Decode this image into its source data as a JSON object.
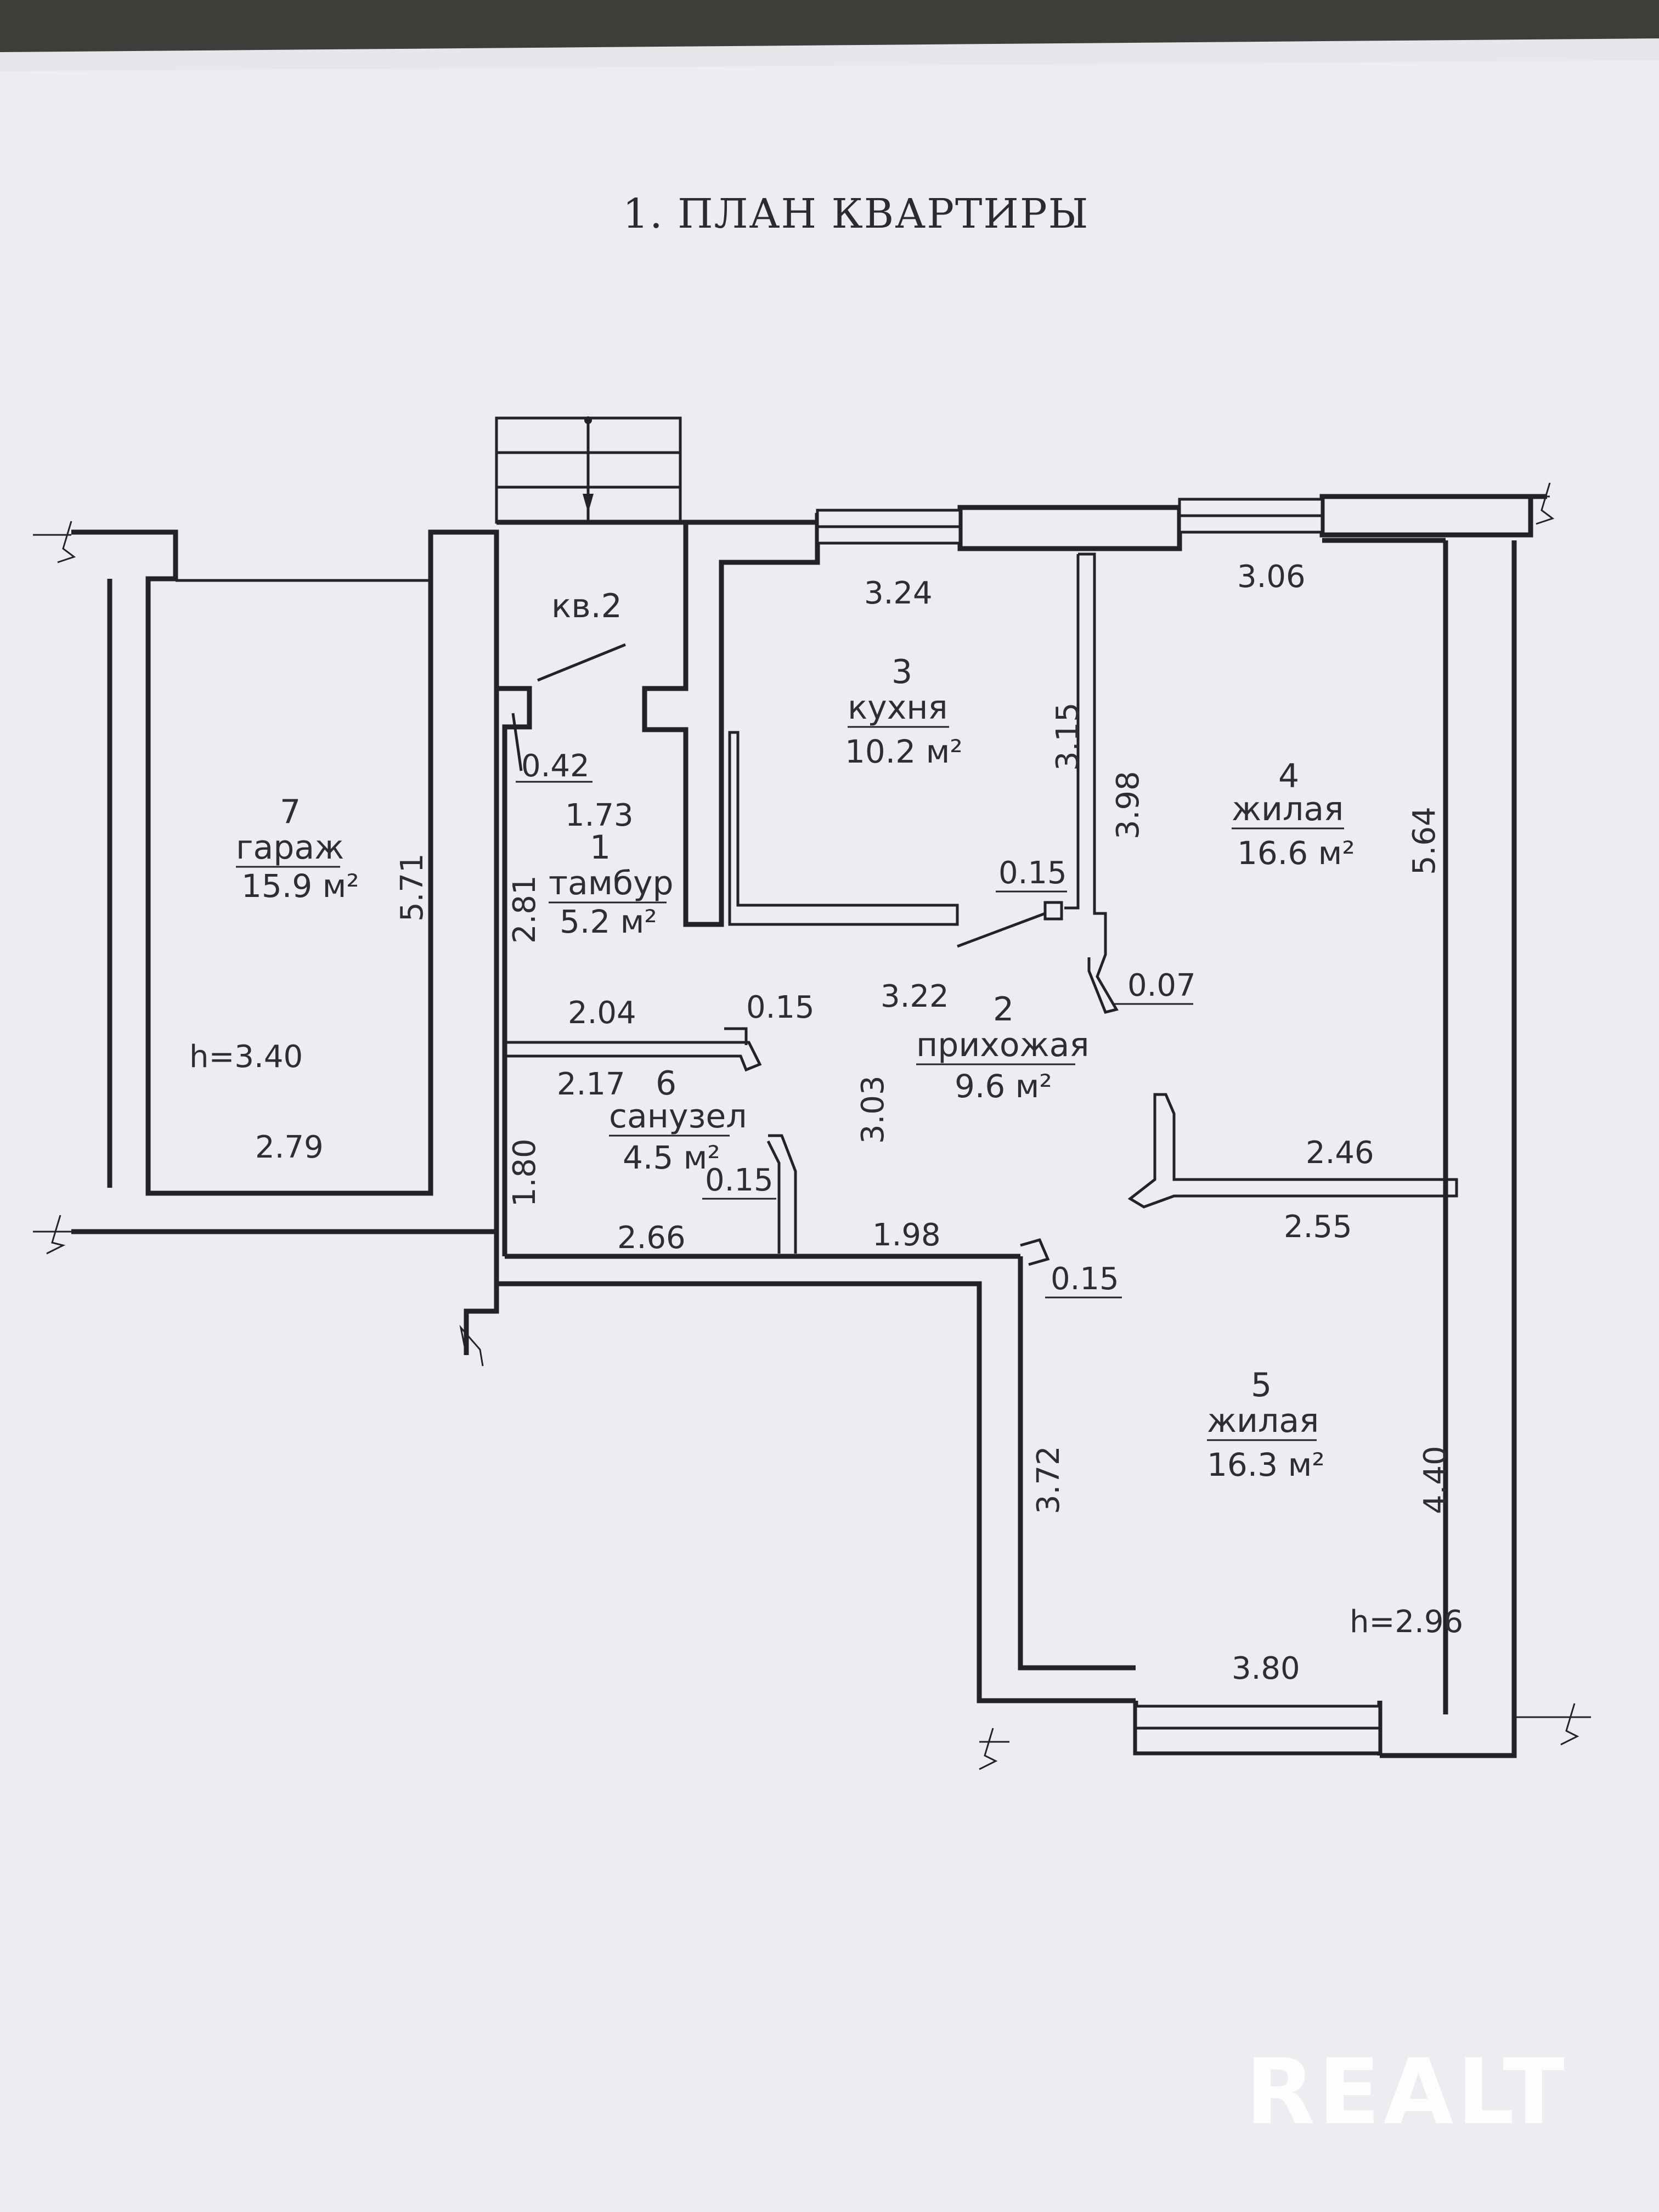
{
  "title": "1. ПЛАН КВАРТИРЫ",
  "watermark": "REALT",
  "entrance_label": "кв.2",
  "rooms": [
    {
      "number": "1",
      "name": "тамбур",
      "area": "5.2 м²"
    },
    {
      "number": "2",
      "name": "прихожая",
      "area": "9.6 м²"
    },
    {
      "number": "3",
      "name": "кухня",
      "area": "10.2 м²"
    },
    {
      "number": "4",
      "name": "жилая",
      "area": "16.6 м²"
    },
    {
      "number": "5",
      "name": "жилая",
      "area": "16.3 м²"
    },
    {
      "number": "6",
      "name": "санузел",
      "area": "4.5 м²"
    },
    {
      "number": "7",
      "name": "гараж",
      "area": "15.9 м²"
    }
  ],
  "heights": {
    "garage": "h=3.40",
    "room5": "h=2.96"
  },
  "dimensions": {
    "d_042": "0.42",
    "d_173": "1.73",
    "d_281": "2.81",
    "d_324": "3.24",
    "d_315": "3.15",
    "d_398": "3.98",
    "d_306": "3.06",
    "d_564": "5.64",
    "d_015_kitchen": "0.15",
    "d_007": "0.07",
    "d_322": "3.22",
    "d_204": "2.04",
    "d_015_bath_top": "0.15",
    "d_217": "2.17",
    "d_303": "3.03",
    "d_180": "1.80",
    "d_015_bath_bottom": "0.15",
    "d_266": "2.66",
    "d_198": "1.98",
    "d_015_hall": "0.15",
    "d_246": "2.46",
    "d_255": "2.55",
    "d_372": "3.72",
    "d_440": "4.40",
    "d_380": "3.80",
    "d_571": "5.71",
    "d_279": "2.79"
  }
}
